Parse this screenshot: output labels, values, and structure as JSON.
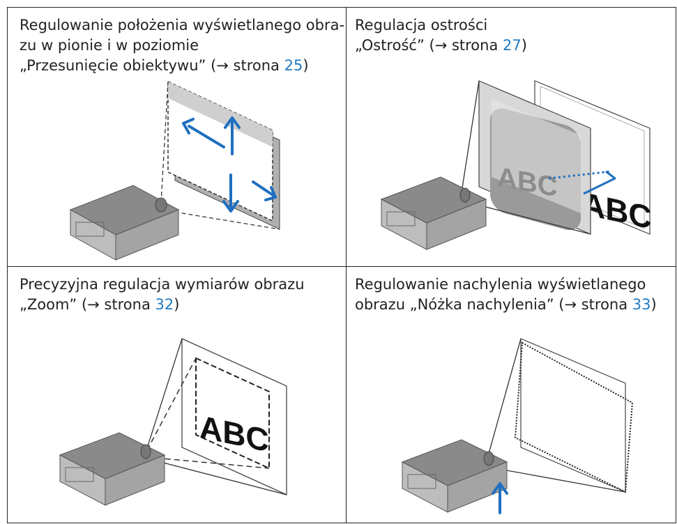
{
  "panels": [
    {
      "lines": [
        "Regulowanie położenia wyświetlanego obra-",
        "zu w pionie i w poziomie"
      ],
      "last_prefix": "„Przesunięcie obiektywu” (→ strona ",
      "page": "25",
      "last_suffix": ")"
    },
    {
      "lines": [
        "Regulacja ostrości"
      ],
      "last_prefix": "„Ostrość” (→ strona ",
      "page": "27",
      "last_suffix": ")"
    },
    {
      "lines": [
        "Precyzyjna regulacja wymiarów obrazu"
      ],
      "last_prefix": "„Zoom” (→ strona ",
      "page": "32",
      "last_suffix": ")"
    },
    {
      "lines": [
        "Regulowanie nachylenia wyświetlanego"
      ],
      "last_prefix": "obrazu „Nóżka nachylenia” (→ strona ",
      "page": "33",
      "last_suffix": ")"
    }
  ],
  "screen_text": {
    "focus_letters": "ABC",
    "zoom_letters": "ABC"
  },
  "colors": {
    "link": "#1f7ac2",
    "arrow": "#1f6fc0",
    "projector_top": "#8a8a8a",
    "projector_side": "#b5b5b5"
  }
}
